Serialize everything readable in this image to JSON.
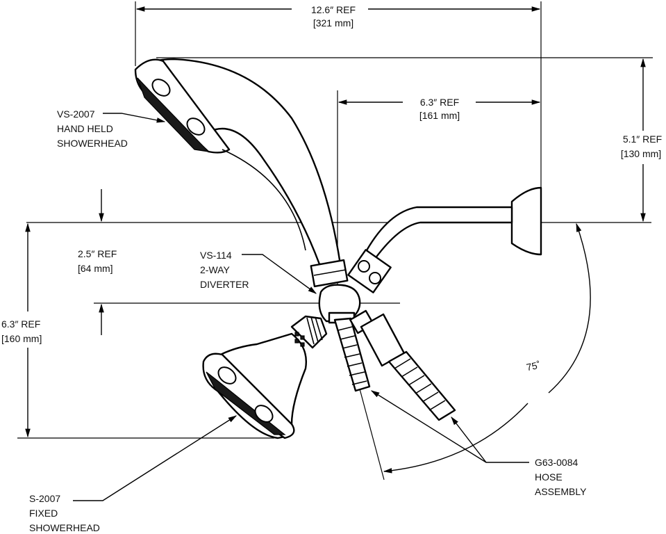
{
  "dimensions": {
    "overall_width": {
      "value": "12.6″ REF",
      "metric": "[321 mm]"
    },
    "arm_reach": {
      "value": "6.3″ REF",
      "metric": "[161 mm]"
    },
    "handheld_height": {
      "value": "5.1″ REF",
      "metric": "[130 mm]"
    },
    "diverter_drop": {
      "value": "2.5″ REF",
      "metric": "[64 mm]"
    },
    "fixed_height": {
      "value": "6.3″ REF",
      "metric": "[160 mm]"
    },
    "angle": {
      "value": "75˚"
    }
  },
  "parts": {
    "handheld": {
      "number": "VS-2007",
      "line1": "HAND HELD",
      "line2": "SHOWERHEAD"
    },
    "diverter": {
      "number": "VS-114",
      "line1": "2-WAY",
      "line2": "DIVERTER"
    },
    "fixed": {
      "number": "S-2007",
      "line1": "FIXED",
      "line2": "SHOWERHEAD"
    },
    "hose": {
      "number": "G63-0084",
      "line1": "HOSE",
      "line2": "ASSEMBLY"
    }
  }
}
